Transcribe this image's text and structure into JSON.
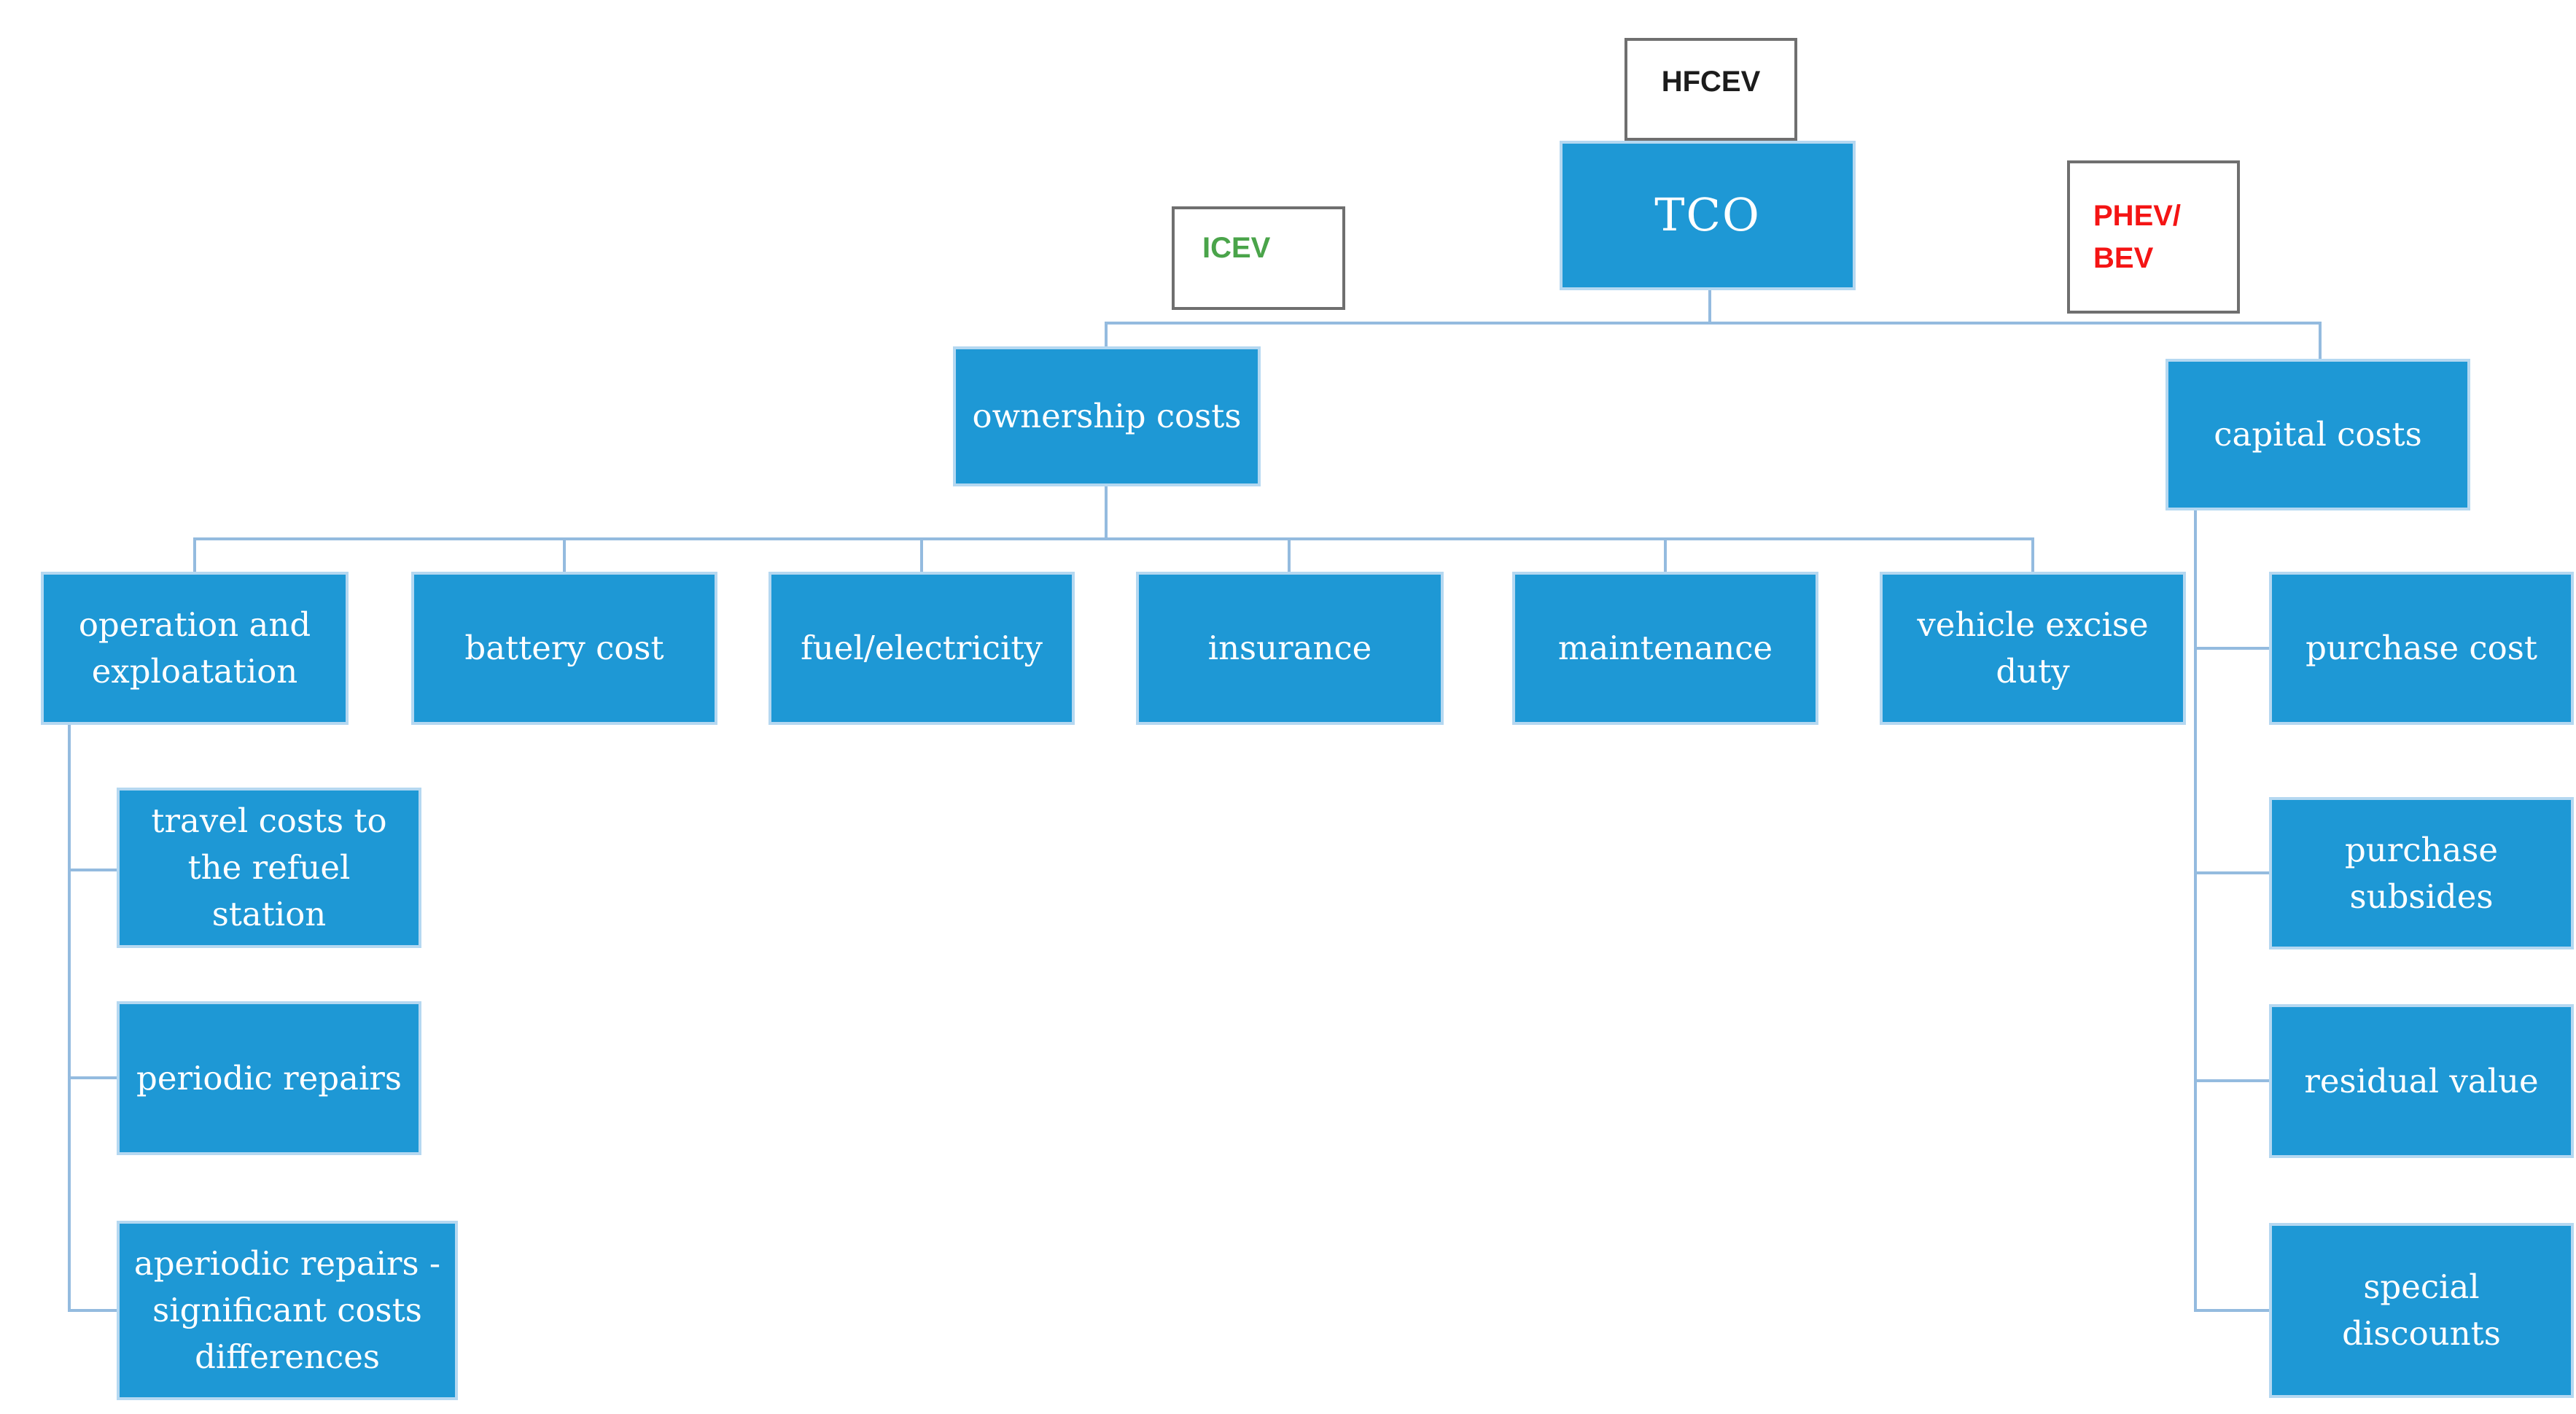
{
  "nodes": {
    "tco": "TCO",
    "hfcev": "HFCEV",
    "icev": "ICEV",
    "phev_bev": "PHEV/\nBEV",
    "ownership_costs": "ownership costs",
    "capital_costs": "capital costs",
    "operation_and_exploatation": "operation and\nexploatation",
    "battery_cost": "battery cost",
    "fuel_electricity": "fuel/electricity",
    "insurance": "insurance",
    "maintenance": "maintenance",
    "vehicle_excise_duty": "vehicle excise\nduty",
    "purchase_cost": "purchase cost",
    "travel_costs": "travel costs to\nthe refuel\nstation",
    "purchase_subsides": "purchase\nsubsides",
    "periodic_repairs": "periodic repairs",
    "residual_value": "residual value",
    "aperiodic_repairs": "aperiodic repairs -\nsignificant costs\ndifferences",
    "special_discounts": "special\ndiscounts"
  },
  "colors": {
    "background": "#ffffff",
    "node_fill": "#1e98d5",
    "node_border": "#b5d8f1",
    "node_text": "#ffffff",
    "connector": "#94bbdf",
    "label_box_border": "#6f6f6f",
    "hfcev_text": "#1c1c1c",
    "icev_text": "#4aa44a",
    "phev_bev_text": "#f41414"
  }
}
